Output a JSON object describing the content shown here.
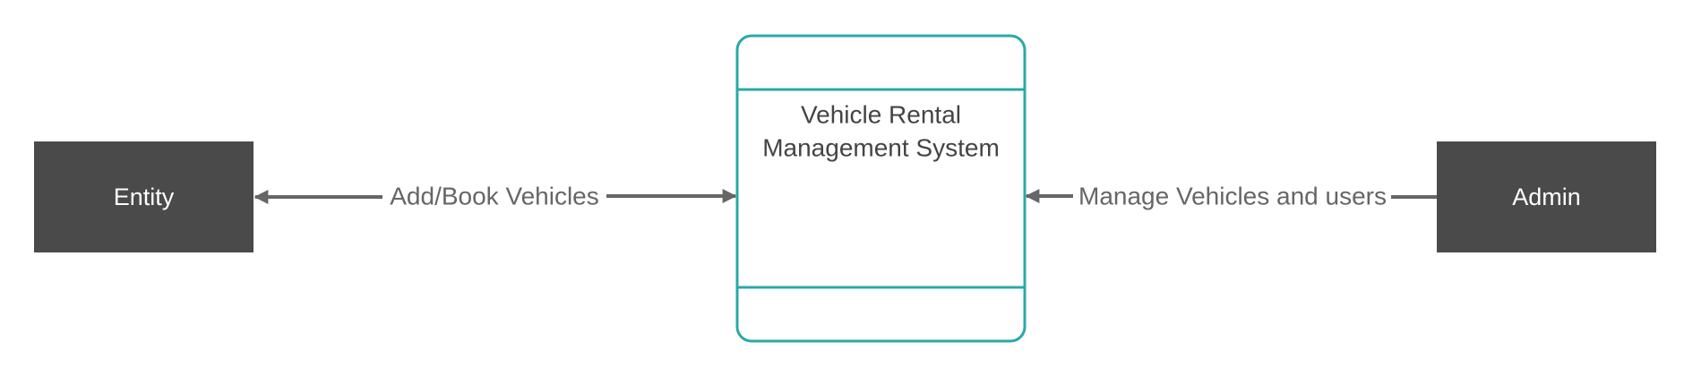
{
  "diagram": {
    "entities": {
      "left": {
        "label": "Entity"
      },
      "right": {
        "label": "Admin"
      }
    },
    "process": {
      "label_line1": "Vehicle Rental",
      "label_line2": "Management System"
    },
    "flows": {
      "left": {
        "label": "Add/Book Vehicles",
        "direction": "bidirectional"
      },
      "right": {
        "label": "Manage Vehicles and users",
        "direction": "to-process"
      }
    }
  },
  "colors": {
    "entity_fill": "#4a4a4a",
    "entity_text": "#ffffff",
    "process_stroke": "#2aa8a8",
    "process_text": "#444444",
    "connector": "#666666",
    "flow_text": "#666666",
    "background": "#ffffff"
  }
}
